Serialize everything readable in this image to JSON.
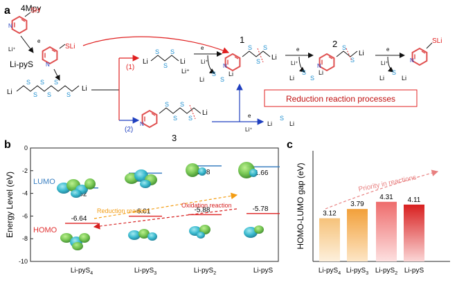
{
  "panel_a": {
    "label": "a",
    "top_molecule": "4Mpy",
    "top_sh": "SH",
    "reagent_e": "e",
    "reagent_li": "Li⁺",
    "lipys_name": "Li-pyS",
    "lipys_sli": "SLi",
    "polysulfide": {
      "li_left": "Li",
      "s": "S",
      "li_right": "Li"
    },
    "route1": "(1)",
    "route2": "(2)",
    "li2s2": {
      "li_left": "Li",
      "s": "S",
      "li_right": "Li"
    },
    "li_plus": "Li⁺",
    "compound1": "1",
    "compound2": "2",
    "compound3": "3",
    "li2s": {
      "li": "Li",
      "s": "S"
    },
    "reduction_box": "Reduction reaction processes"
  },
  "panel_b": {
    "label": "b",
    "ylabel": "Energy Level (eV)",
    "yticks": [
      "0",
      "-2",
      "-4",
      "-6",
      "-8",
      "-10"
    ],
    "lumo_label": "LUMO",
    "homo_label": "HOMO",
    "reduction_label": "Reduction reaction",
    "oxidation_label": "Oxidation reaction",
    "categories": [
      "Li-pyS4",
      "Li-pyS3",
      "Li-pyS2",
      "Li-pyS"
    ],
    "lumo_values": [
      "-3.52",
      "-2.22",
      "-1.58",
      "-1.66"
    ],
    "homo_values": [
      "-6.64",
      "-6.01",
      "-5.88",
      "-5.78"
    ]
  },
  "panel_c": {
    "label": "c",
    "ylabel": "HOMO-LUMO gap (eV)",
    "annotation": "Priority in reactions",
    "categories": [
      "Li-pyS4",
      "Li-pyS3",
      "Li-pyS2",
      "Li-pyS"
    ],
    "value_labels": [
      "3.12",
      "3.79",
      "4.31",
      "4.11"
    ]
  },
  "colors": {
    "lumo": "#3a7fc1",
    "homo": "#e03030",
    "reduction": "#f39c12",
    "oxidation": "#d62020",
    "route1": "#e02020",
    "route2": "#1f3fbf",
    "sulfur": "#1f8fd0",
    "nitrogen": "#1f3fbf",
    "ring": "#e05050",
    "bar1": "#f6c27a",
    "bar2": "#f2a03a",
    "bar3": "#ee6c6c",
    "bar4": "#d81f1f"
  },
  "chart_data": [
    {
      "type": "scatter",
      "title": "",
      "xlabel": "",
      "ylabel": "Energy Level (eV)",
      "categories": [
        "Li-pyS4",
        "Li-pyS3",
        "Li-pyS2",
        "Li-pyS"
      ],
      "ylim": [
        -10,
        0
      ],
      "series": [
        {
          "name": "LUMO",
          "values": [
            -3.52,
            -2.22,
            -1.58,
            -1.66
          ]
        },
        {
          "name": "HOMO",
          "values": [
            -6.64,
            -6.01,
            -5.88,
            -5.78
          ]
        }
      ]
    },
    {
      "type": "bar",
      "title": "",
      "xlabel": "",
      "ylabel": "HOMO-LUMO gap (eV)",
      "categories": [
        "Li-pyS4",
        "Li-pyS3",
        "Li-pyS2",
        "Li-pyS"
      ],
      "values": [
        3.12,
        3.79,
        4.31,
        4.11
      ],
      "ylim": [
        0,
        8
      ]
    }
  ]
}
